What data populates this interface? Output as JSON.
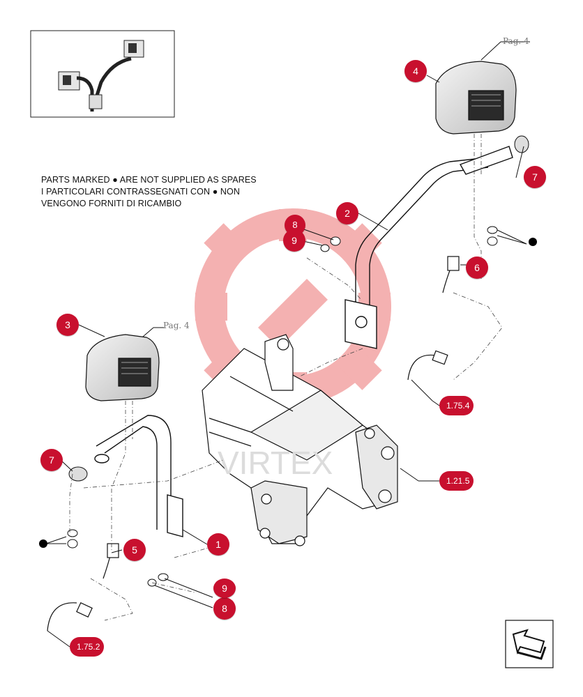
{
  "notes": [
    "PARTS MARKED ● ARE NOT SUPPLIED AS SPARES",
    "I PARTICOLARI CONTRASSEGNATI CON ● NON",
    "VENGONO FORNITI DI RICAMBIO"
  ],
  "callouts": [
    {
      "id": "c1",
      "label": "1"
    },
    {
      "id": "c2",
      "label": "2"
    },
    {
      "id": "c3",
      "label": "3"
    },
    {
      "id": "c4",
      "label": "4"
    },
    {
      "id": "c5",
      "label": "5"
    },
    {
      "id": "c6",
      "label": "6"
    },
    {
      "id": "c7a",
      "label": "7"
    },
    {
      "id": "c7b",
      "label": "7"
    },
    {
      "id": "c8a",
      "label": "8"
    },
    {
      "id": "c8b",
      "label": "8"
    },
    {
      "id": "c9a",
      "label": "9"
    },
    {
      "id": "c9b",
      "label": "9"
    }
  ],
  "refs": {
    "pag_left": "Pag. 4",
    "pag_right": "Pag. 4",
    "ref_1754_right": "1.75.4",
    "ref_1752_left": "1.75.2",
    "ref_215": "1.21.5"
  },
  "watermark_text": "VIRTEX",
  "colors": {
    "callout": "#c8102e",
    "watermark": "#f3a9a9",
    "line": "#111111"
  },
  "icons": {
    "nav": "next-page-arrow-icon",
    "bullet": "black-dot-icon"
  }
}
